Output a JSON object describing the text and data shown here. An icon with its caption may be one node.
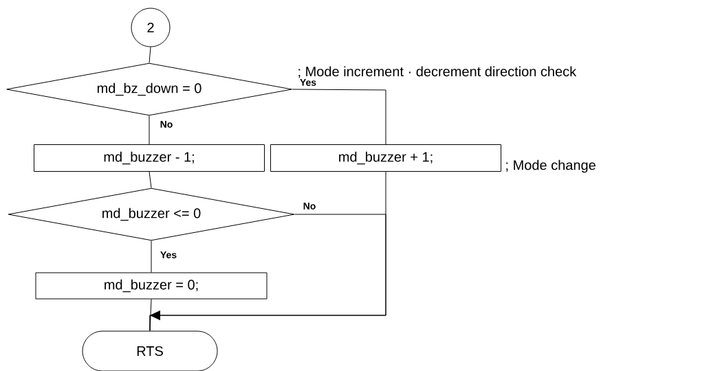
{
  "diagram": {
    "nodes": [
      {
        "text": [
          "2"
        ]
      },
      {
        "text": [
          "md_bz_down = 0"
        ],
        "beside": [
          "; Mode increment · decrement direction check"
        ]
      },
      {
        "text": [
          "md_buzzer - 1;"
        ]
      },
      {
        "text": [
          "md_buzzer + 1;"
        ],
        "beside": [
          "; Mode change"
        ]
      },
      {
        "text": [
          "md_buzzer <= 0"
        ]
      },
      {
        "text": [
          "md_buzzer = 0;"
        ]
      },
      {
        "text": [
          "RTS"
        ]
      }
    ],
    "edges": [
      {
        "from": 0,
        "to": 1,
        "arrow": "none"
      },
      {
        "from": 1,
        "to": 2,
        "arrow": "none",
        "label": "No"
      },
      {
        "from": 1,
        "to": 3,
        "arrow": "none",
        "label": "Yes"
      },
      {
        "from": 2,
        "to": 4,
        "arrow": "none"
      },
      {
        "from": 3,
        "to": 6,
        "arrow": "to"
      },
      {
        "from": 4,
        "to": 5,
        "arrow": "none",
        "label": "Yes"
      },
      {
        "from": 4,
        "to": 6,
        "arrow": "to",
        "label": "No"
      },
      {
        "from": 5,
        "to": 6,
        "arrow": "none"
      }
    ]
  }
}
